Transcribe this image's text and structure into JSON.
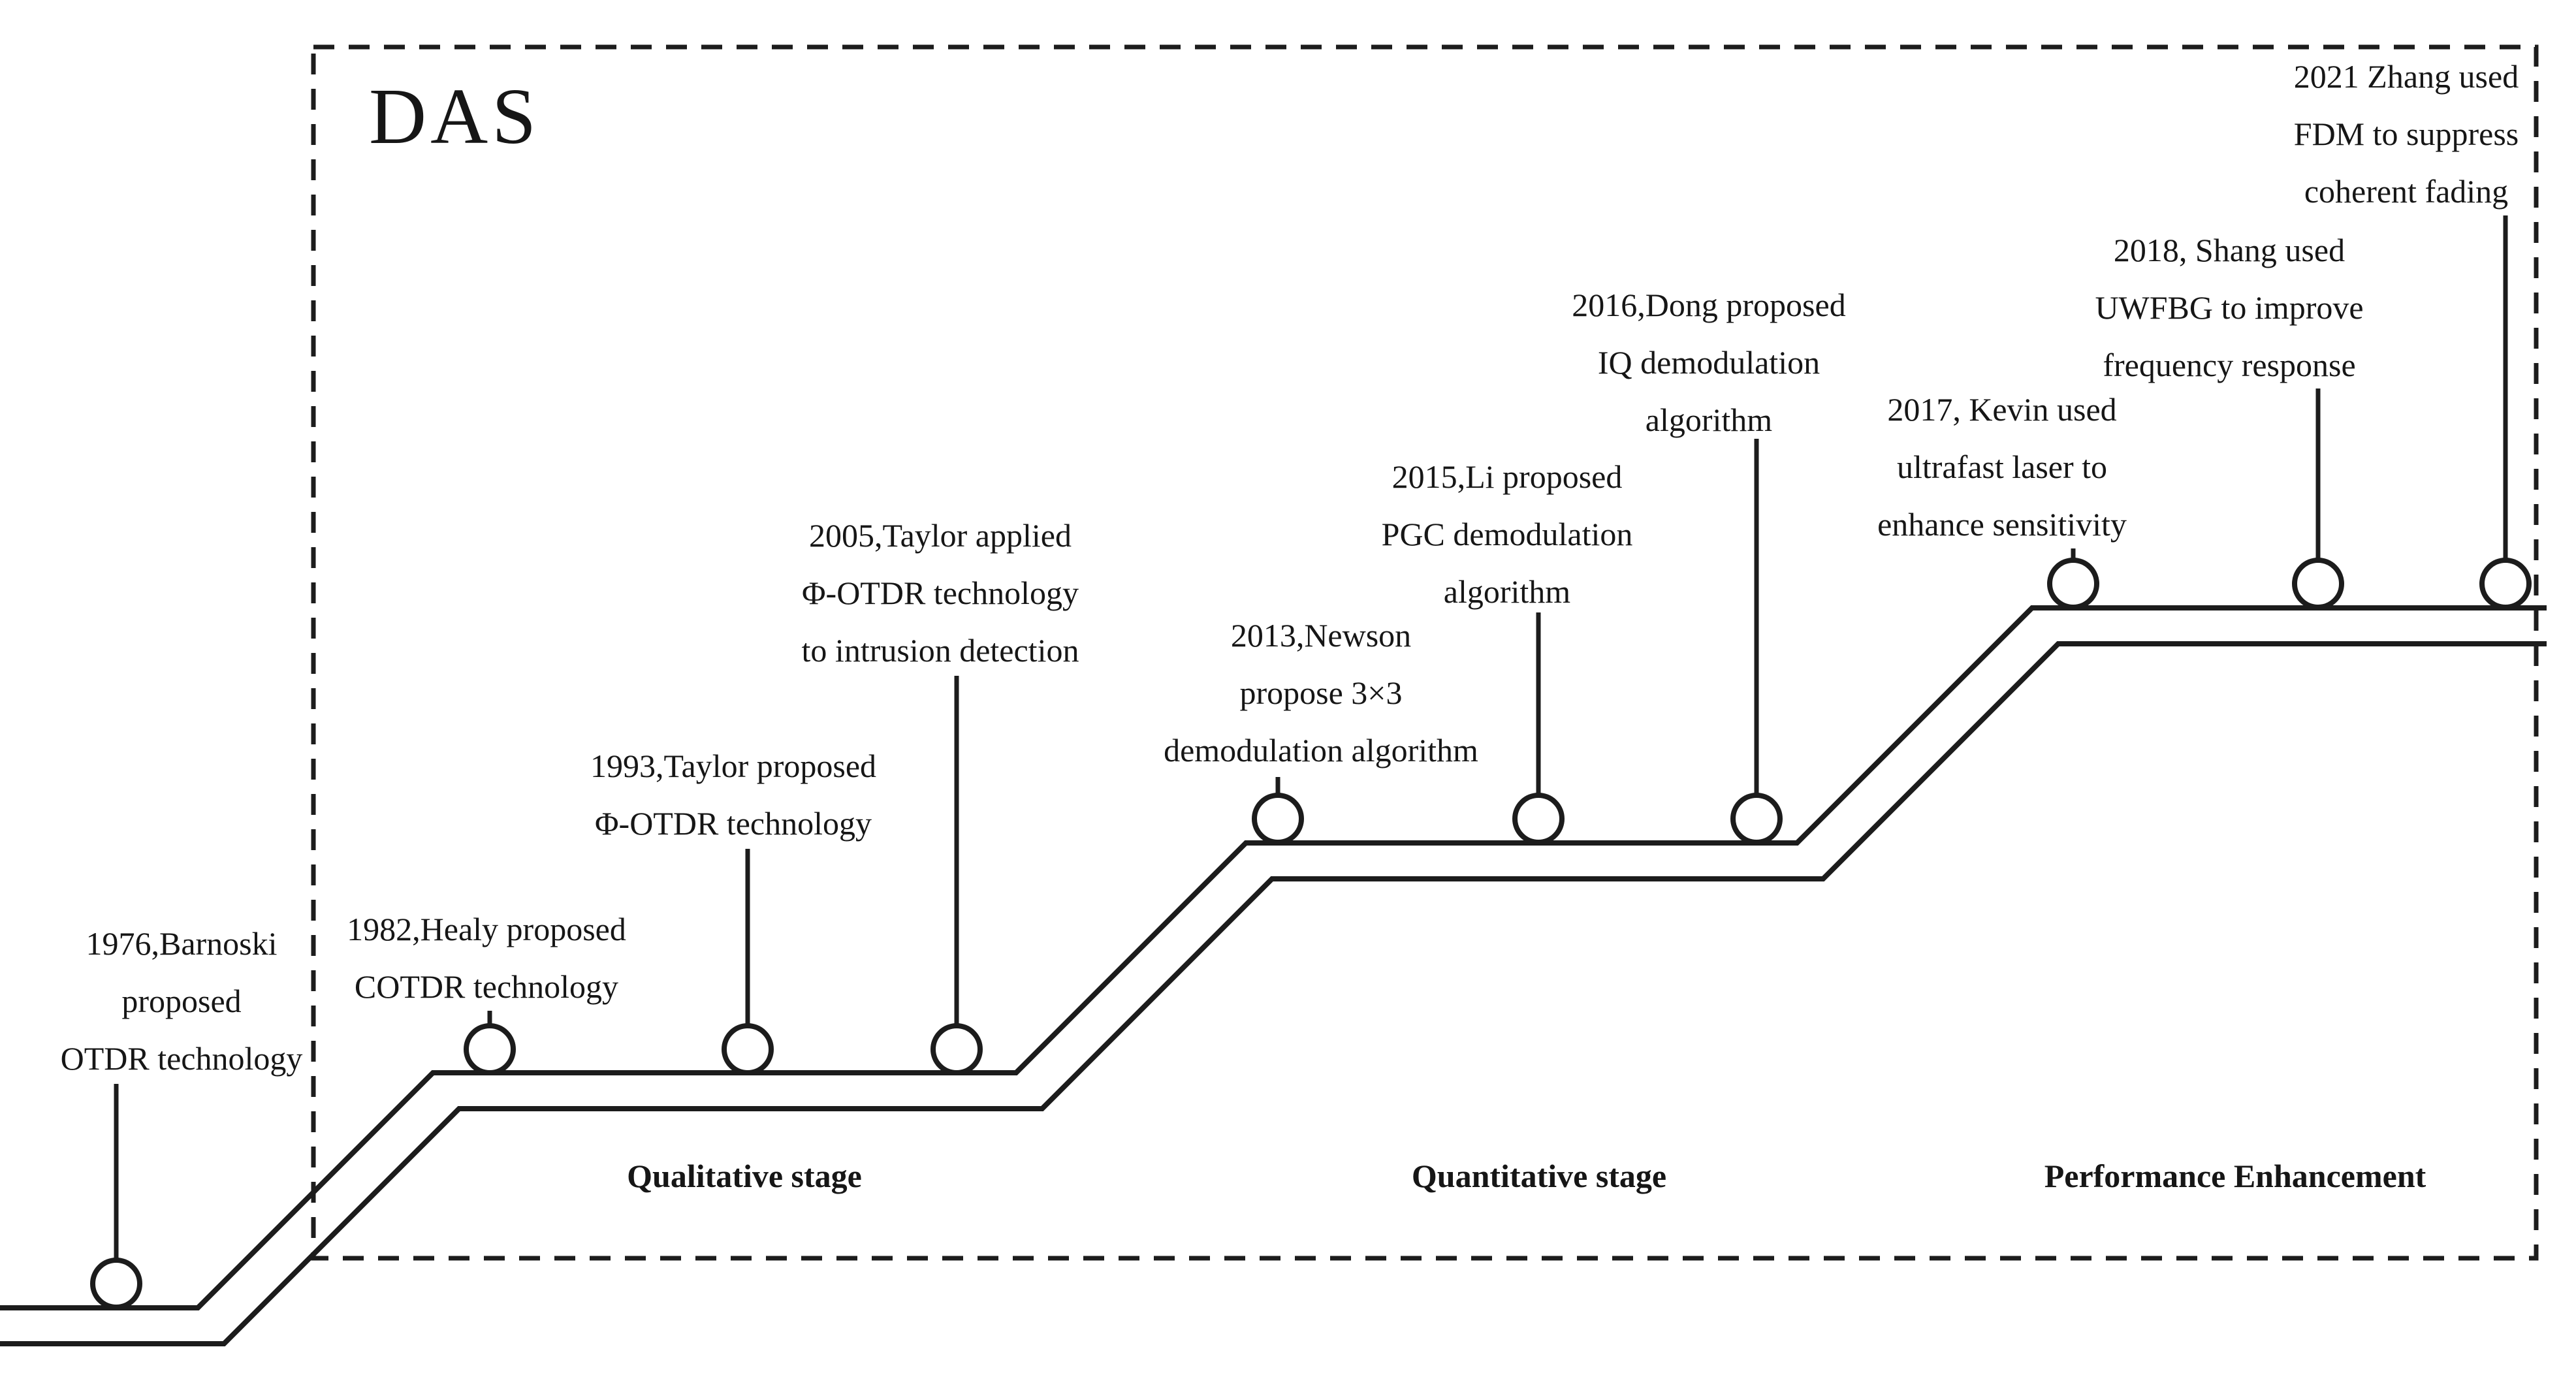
{
  "das_label": "DAS",
  "stages": [
    {
      "label": "Qualitative stage"
    },
    {
      "label": "Quantitative stage"
    },
    {
      "label": "Performance Enhancement"
    }
  ],
  "milestones": [
    {
      "year": "1976",
      "lines": [
        "1976,Barnoski",
        "proposed",
        "OTDR technology"
      ]
    },
    {
      "year": "1982",
      "lines": [
        "1982,Healy proposed",
        "COTDR technology"
      ]
    },
    {
      "year": "1993",
      "lines": [
        "1993,Taylor proposed",
        "Φ-OTDR technology"
      ]
    },
    {
      "year": "2005",
      "lines": [
        "2005,Taylor applied",
        "Φ-OTDR technology",
        "to intrusion detection"
      ]
    },
    {
      "year": "2013",
      "lines": [
        "2013,Newson",
        "propose 3×3",
        "demodulation algorithm"
      ]
    },
    {
      "year": "2015",
      "lines": [
        "2015,Li proposed",
        "PGC demodulation",
        "algorithm"
      ]
    },
    {
      "year": "2016",
      "lines": [
        "2016,Dong proposed",
        "IQ demodulation",
        "algorithm"
      ]
    },
    {
      "year": "2017",
      "lines": [
        "2017, Kevin used",
        "ultrafast laser to",
        "enhance sensitivity"
      ]
    },
    {
      "year": "2018",
      "lines": [
        "2018, Shang used",
        "UWFBG to improve",
        "frequency response"
      ]
    },
    {
      "year": "2021",
      "lines": [
        "2021 Zhang used",
        "FDM to suppress",
        "coherent fading"
      ]
    }
  ],
  "colors": {
    "line": "#1c1c1c",
    "text": "#161616",
    "background": "#ffffff"
  }
}
